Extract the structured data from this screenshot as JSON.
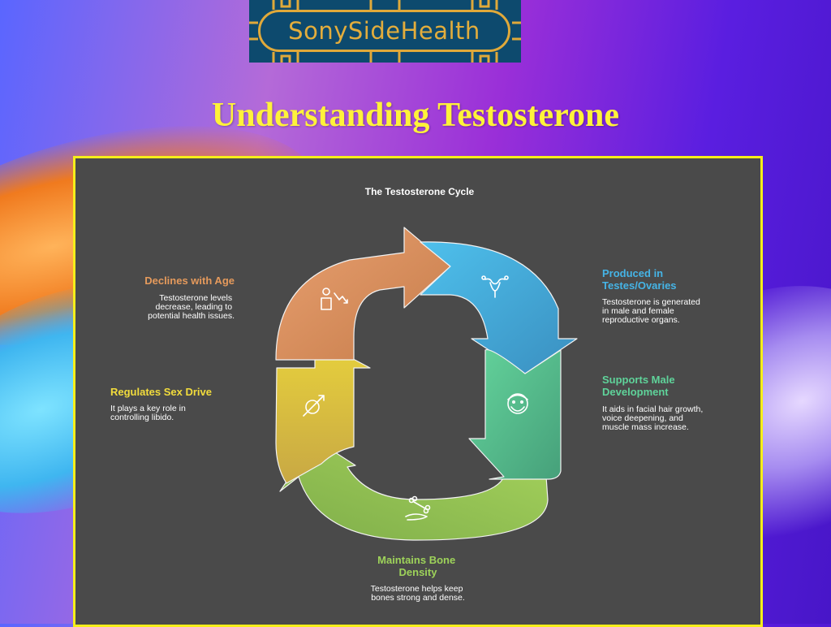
{
  "logo": {
    "text": "SonySideHealth"
  },
  "page": {
    "title": "Understanding Testosterone"
  },
  "diagram": {
    "heading": "The Testosterone Cycle",
    "colors": {
      "frame": "#f5ee1a",
      "panel": "#4a4a4a",
      "orange": "#d98b55",
      "blue": "#45a9d8",
      "green": "#58bd8c",
      "lime": "#92bd52",
      "yellow": "#d8c23a"
    },
    "stages": [
      {
        "title_lines": [
          "Produced in",
          "Testes/Ovaries"
        ],
        "desc_lines": [
          "Testosterone is generated",
          "in male and female",
          "reproductive organs."
        ],
        "color": "#45b4e6",
        "icon": "uterus-icon"
      },
      {
        "title_lines": [
          "Supports Male",
          "Development"
        ],
        "desc_lines": [
          "It aids in facial hair growth,",
          "voice deepening, and",
          "muscle mass increase."
        ],
        "color": "#5fd39a",
        "icon": "bearded-face-icon"
      },
      {
        "title_lines": [
          "Maintains Bone",
          "Density"
        ],
        "desc_lines": [
          "Testosterone helps keep",
          "bones strong and dense."
        ],
        "color": "#9ed35a",
        "icon": "bone-in-hand-icon"
      },
      {
        "title_lines": [
          "Regulates Sex Drive"
        ],
        "desc_lines": [
          "It plays a key role in",
          "controlling libido."
        ],
        "color": "#f2dc3c",
        "icon": "crossed-male-symbol-icon"
      },
      {
        "title_lines": [
          "Declines with Age"
        ],
        "desc_lines": [
          "Testosterone levels",
          "decrease, leading to",
          "potential health issues."
        ],
        "color": "#e59a5c",
        "icon": "person-decline-icon"
      }
    ]
  }
}
